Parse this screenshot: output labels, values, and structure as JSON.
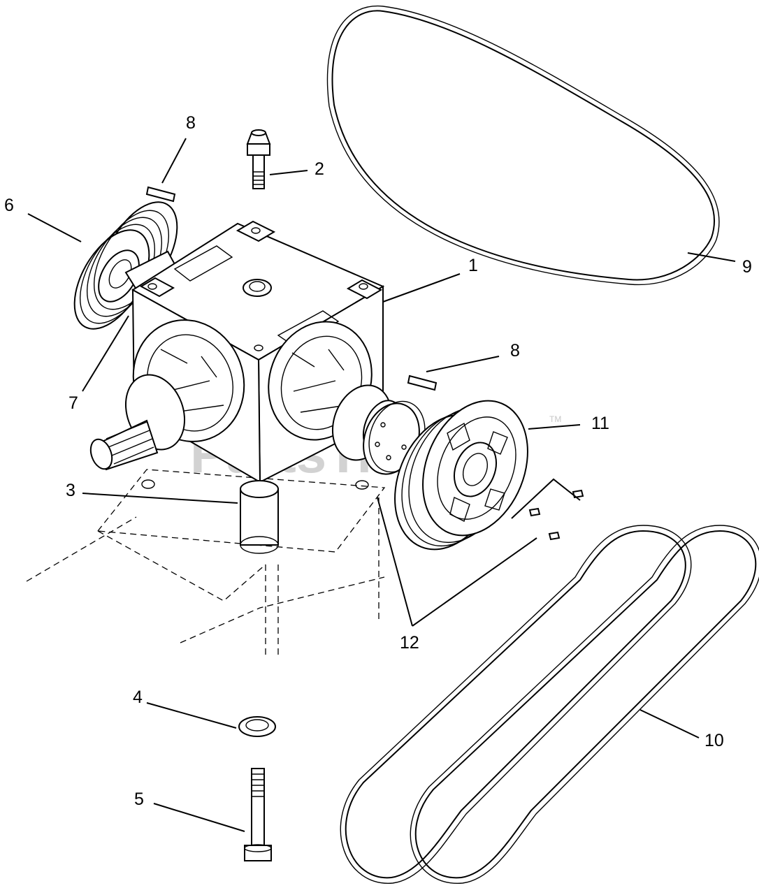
{
  "watermark": {
    "text": "PartsTree",
    "tm": "TM"
  },
  "callouts": [
    {
      "id": "1",
      "label": "1"
    },
    {
      "id": "2",
      "label": "2"
    },
    {
      "id": "3",
      "label": "3"
    },
    {
      "id": "4",
      "label": "4"
    },
    {
      "id": "5",
      "label": "5"
    },
    {
      "id": "6",
      "label": "6"
    },
    {
      "id": "7",
      "label": "7"
    },
    {
      "id": "8a",
      "label": "8"
    },
    {
      "id": "8b",
      "label": "8"
    },
    {
      "id": "9",
      "label": "9"
    },
    {
      "id": "10",
      "label": "10"
    },
    {
      "id": "11",
      "label": "11"
    },
    {
      "id": "12",
      "label": "12"
    }
  ]
}
